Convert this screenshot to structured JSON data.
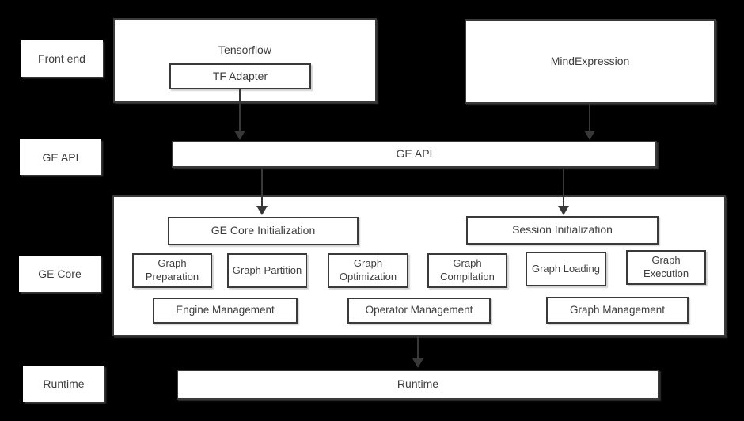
{
  "diagram": {
    "colors": {
      "background": "#000000",
      "box_fill": "#ffffff",
      "border": "#3a3a3a",
      "text": "#3d3d3d",
      "arrow": "#383838"
    },
    "rail": {
      "front_end": "Front end",
      "ge_api": "GE API",
      "ge_core": "GE Core",
      "runtime": "Runtime"
    },
    "front_end": {
      "tensorflow": "Tensorflow",
      "tf_adapter": "TF Adapter",
      "mind_expression": "MindExpression"
    },
    "ge_api_bar": "GE API",
    "ge_core": {
      "core_init": "GE Core Initialization",
      "session_init": "Session Initialization",
      "stages": [
        "Graph Preparation",
        "Graph Partition",
        "Graph Optimization",
        "Graph Compilation",
        "Graph Loading",
        "Graph Execution"
      ],
      "managers": [
        "Engine Management",
        "Operator Management",
        "Graph Management"
      ]
    },
    "runtime_bar": "Runtime"
  }
}
